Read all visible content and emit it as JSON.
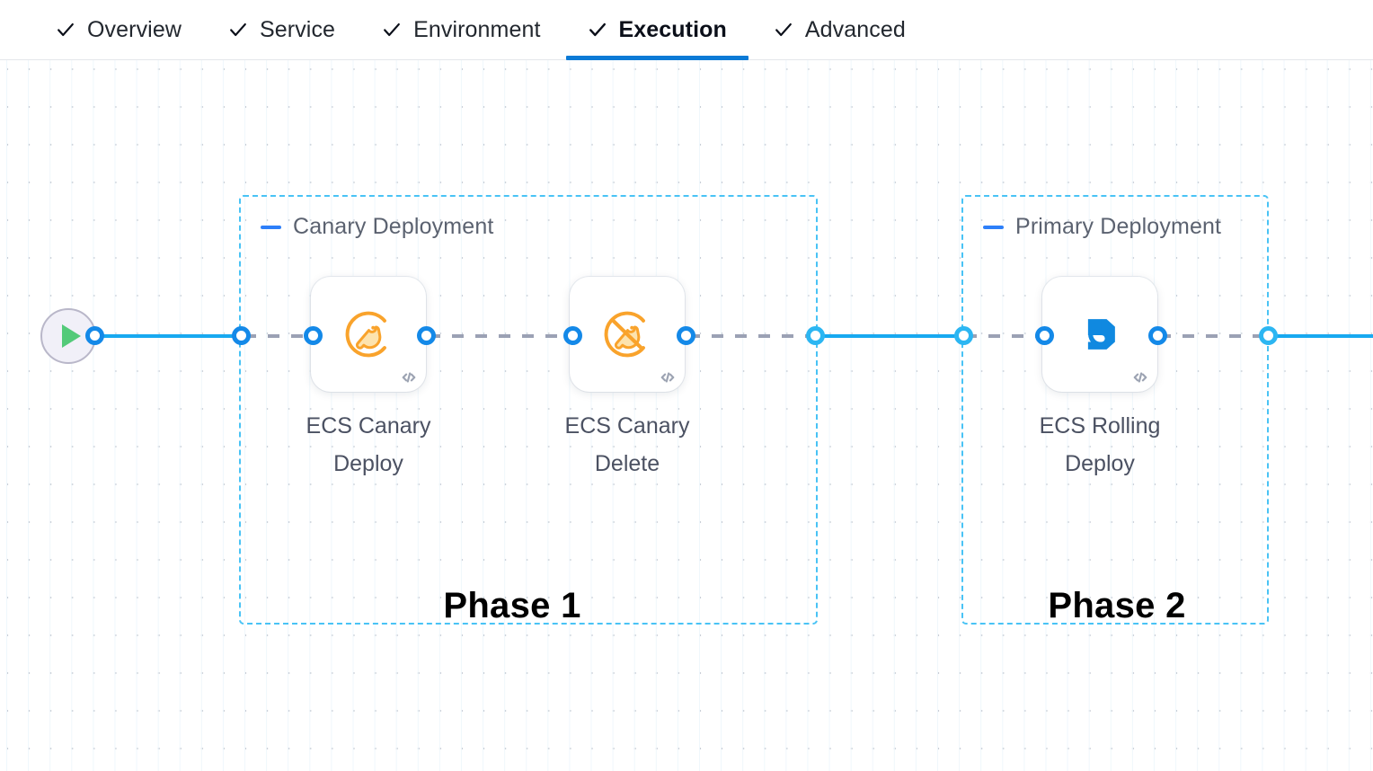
{
  "tabs": {
    "items": [
      {
        "label": "Overview",
        "icon": "check-icon",
        "active": false
      },
      {
        "label": "Service",
        "icon": "check-icon",
        "active": false
      },
      {
        "label": "Environment",
        "icon": "check-icon",
        "active": false
      },
      {
        "label": "Execution",
        "icon": "check-icon",
        "active": true
      },
      {
        "label": "Advanced",
        "icon": "check-icon",
        "active": false
      }
    ]
  },
  "canvas": {
    "start_node": {
      "icon": "play-icon",
      "name": "pipeline-start"
    },
    "groups": [
      {
        "title": "Canary Deployment",
        "collapse_icon": "minus-icon"
      },
      {
        "title": "Primary Deployment",
        "collapse_icon": "minus-icon"
      }
    ],
    "nodes": [
      {
        "label": "ECS Canary\nDeploy",
        "icon": "canary-bird-icon",
        "code_icon": "code-icon"
      },
      {
        "label": "ECS Canary\nDelete",
        "icon": "canary-bird-slash-icon",
        "code_icon": "code-icon"
      },
      {
        "label": "ECS Rolling\nDeploy",
        "icon": "rolling-deploy-icon",
        "code_icon": "code-icon"
      }
    ],
    "annotations": [
      {
        "text": "Phase 1"
      },
      {
        "text": "Phase 2"
      }
    ]
  },
  "colors": {
    "accent_blue": "#0b7ad6",
    "edge_blue": "#18a9f0",
    "group_border": "#49c3f5",
    "canary_orange": "#f8a12a",
    "rolling_blue": "#1089e0",
    "play_green": "#53ca79",
    "dashed_grey": "#9ba1b4"
  }
}
